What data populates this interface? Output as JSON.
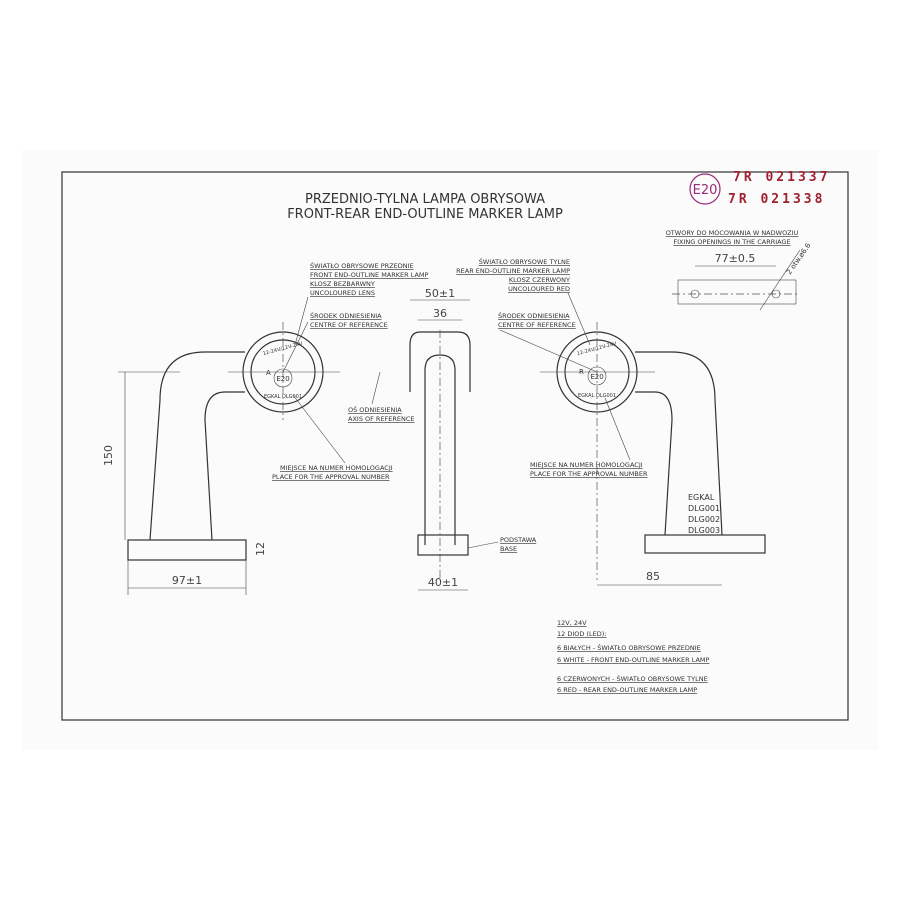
{
  "title": {
    "pl": "PRZEDNIO-TYLNA LAMPA OBRYSOWA",
    "en": "FRONT-REAR END-OUTLINE MARKER LAMP"
  },
  "approval": {
    "mark": "E20",
    "numbers": [
      "7R 021337",
      "7R 021338"
    ]
  },
  "fixing": {
    "pl": "OTWORY DO MOCOWANIA W NADWOZIU",
    "en": "FIXING OPENINGS IN THE CARRIAGE",
    "spacing": "77±0.5",
    "holes": "2 otw.ø6.6"
  },
  "front_lamp": {
    "l1": "ŚWIATŁO OBRYSOWE PRZEDNIE",
    "l2": "FRONT END-OUTLINE MARKER LAMP",
    "l3": "KLOSZ BEZBARWNY",
    "l4": "UNCOLOURED LENS"
  },
  "rear_lamp": {
    "l1": "ŚWIATŁO OBRYSOWE TYLNE",
    "l2": "REAR END-OUTLINE MARKER LAMP",
    "l3": "KLOSZ CZERWONY",
    "l4": "UNCOLOURED RED"
  },
  "centre_ref": {
    "pl": "ŚRODEK ODNIESIENIA",
    "en": "CENTRE OF REFERENCE"
  },
  "axis_ref": {
    "pl": "OŚ ODNIESIENIA",
    "en": "AXIS OF REFERENCE"
  },
  "approval_place": {
    "pl": "MIEJSCE NA NUMER HOMOLOGACJI",
    "en": "PLACE FOR THE APPROVAL NUMBER"
  },
  "base": {
    "pl": "PODSTAWA",
    "en": "BASE"
  },
  "lens_markings": {
    "voltage": "12-24V/12V-24V",
    "mark": "E20",
    "letter": "A",
    "brand": "EGKAL DLG001",
    "rear_letter": "R"
  },
  "dimensions": {
    "width_top": "50±1",
    "width_inner": "36",
    "height": "150",
    "base_h": "12",
    "base_w": "97±1",
    "post_w": "40±1",
    "offset": "85"
  },
  "models": [
    "EGKAL",
    "DLG001",
    "DLG002",
    "DLG003"
  ],
  "notes": [
    "12V, 24V",
    "12 DIOD (LED):",
    "6 BIAŁYCH - ŚWIATŁO OBRYSOWE PRZEDNIE",
    "6 WHITE - FRONT END-OUTLINE MARKER LAMP",
    "6 CZERWONYCH - ŚWIATŁO OBRYSOWE TYLNE",
    "6 RED - REAR END-OUTLINE MARKER LAMP"
  ],
  "colors": {
    "stamp": "#a0202e",
    "e_mark": "#9a2a7a",
    "ink": "#333333"
  }
}
